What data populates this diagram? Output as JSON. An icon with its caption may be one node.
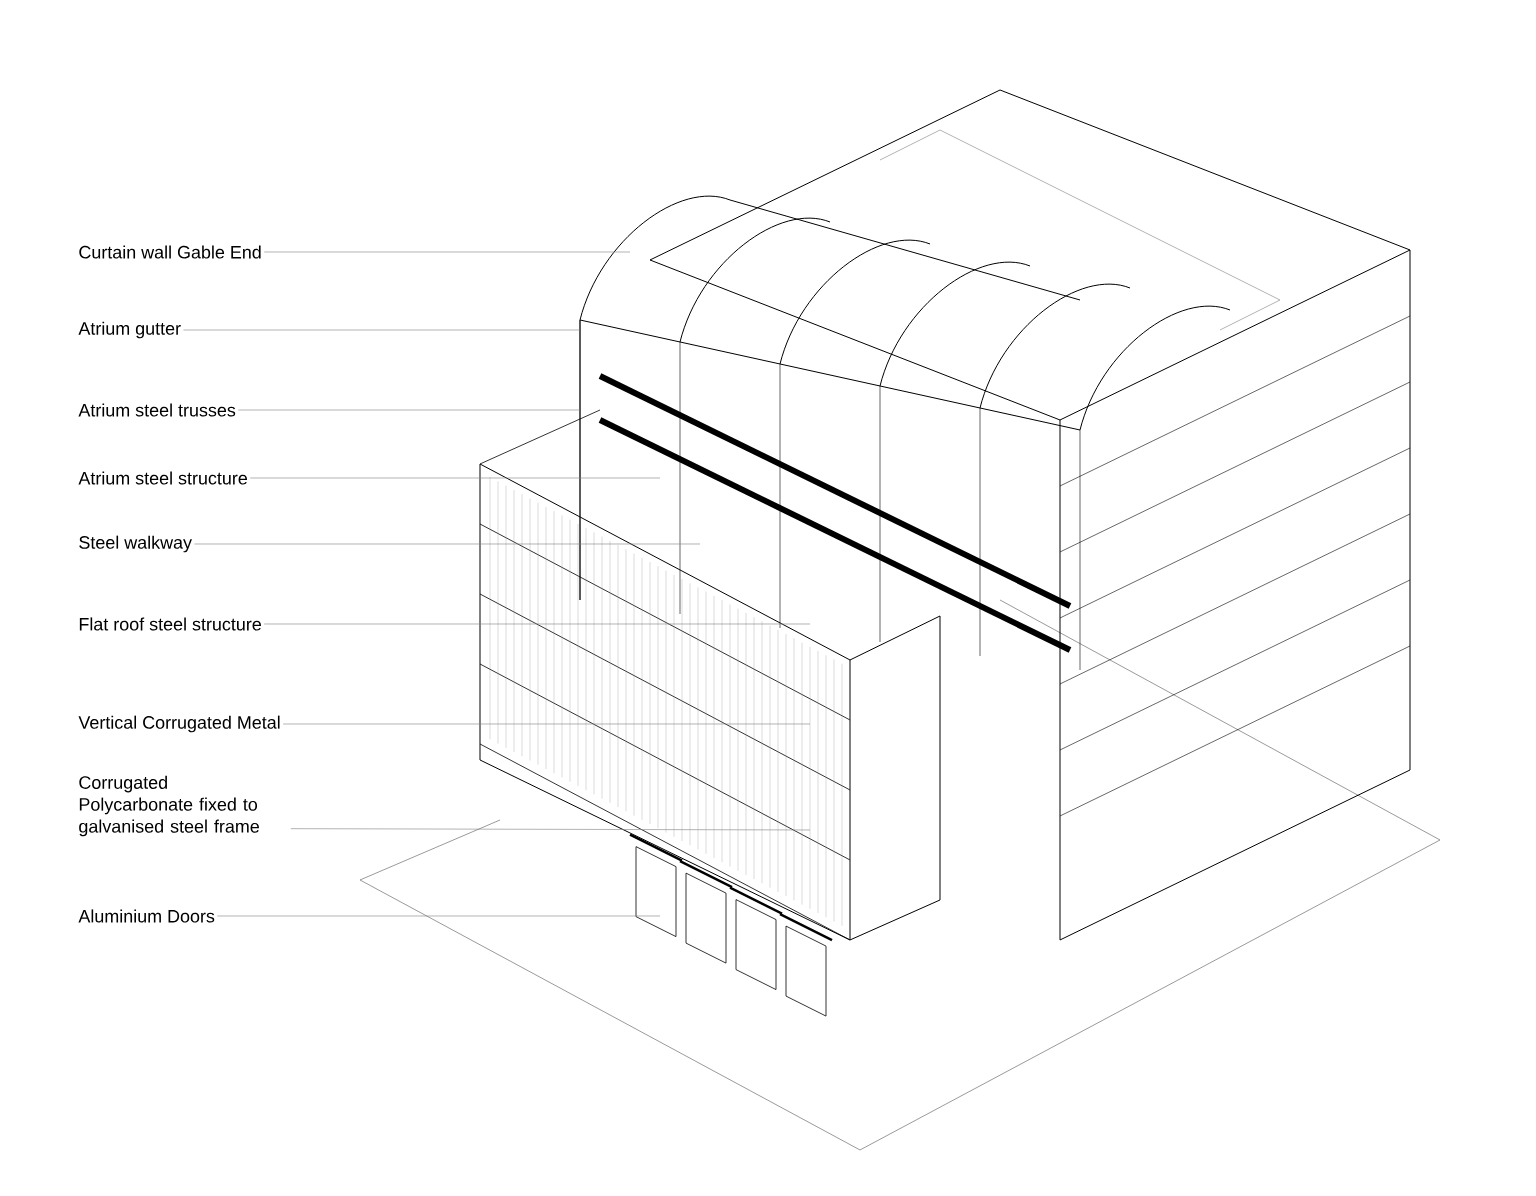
{
  "diagram": {
    "nodes": [
      {
        "text": [
          "Curtain wall Gable End"
        ]
      },
      {
        "text": [
          "Atrium gutter"
        ]
      },
      {
        "text": [
          "Atrium steel trusses"
        ]
      },
      {
        "text": [
          "Atrium steel structure"
        ]
      },
      {
        "text": [
          "Steel walkway"
        ]
      },
      {
        "text": [
          "Flat roof steel structure"
        ]
      },
      {
        "text": [
          "Vertical Corrugated Metal"
        ]
      },
      {
        "text": [
          "Corrugated Polycarbonate fixed to galvanised steel frame"
        ]
      },
      {
        "text": [
          "Aluminium Doors"
        ]
      }
    ],
    "edges": [
      {
        "from": 0,
        "to": null,
        "arrow": "none"
      },
      {
        "from": 1,
        "to": null,
        "arrow": "none"
      },
      {
        "from": 2,
        "to": null,
        "arrow": "none"
      },
      {
        "from": 3,
        "to": null,
        "arrow": "none"
      },
      {
        "from": 4,
        "to": null,
        "arrow": "none"
      },
      {
        "from": 5,
        "to": null,
        "arrow": "none"
      },
      {
        "from": 6,
        "to": null,
        "arrow": "none"
      },
      {
        "from": 7,
        "to": null,
        "arrow": "none"
      },
      {
        "from": 8,
        "to": null,
        "arrow": "none"
      }
    ]
  }
}
